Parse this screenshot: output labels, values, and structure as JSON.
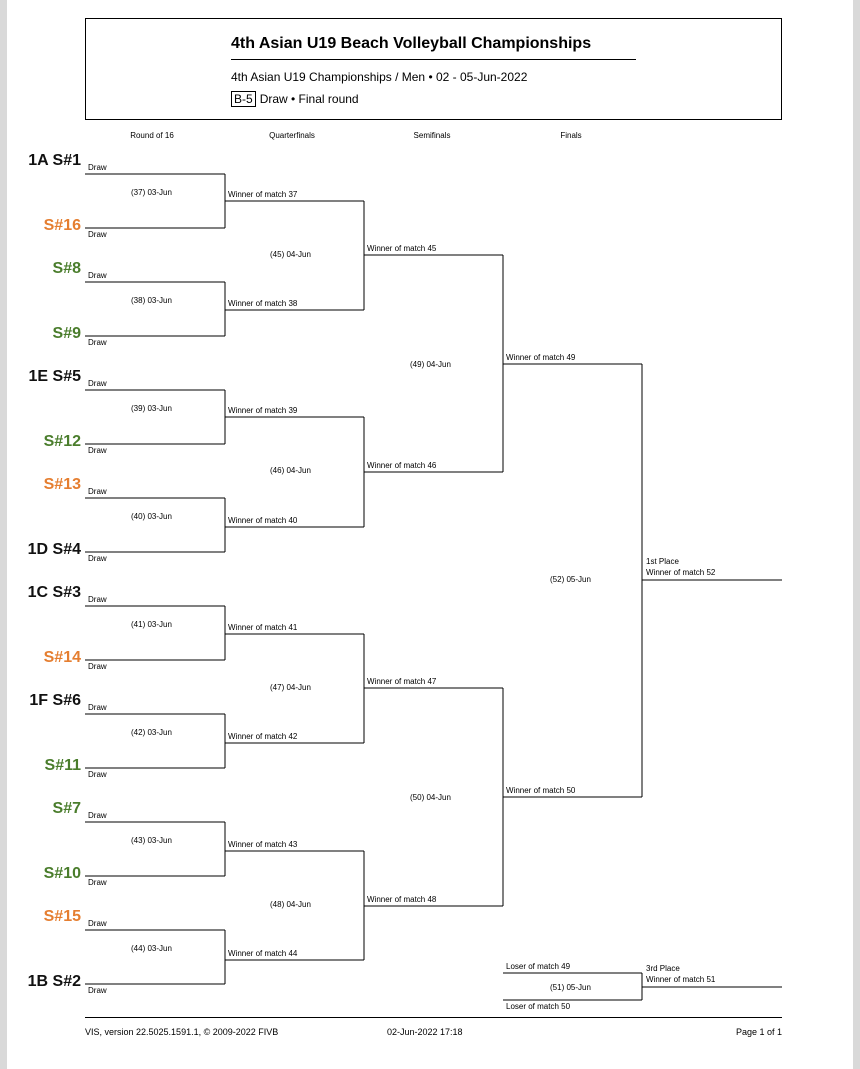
{
  "header": {
    "title": "4th Asian U19 Beach Volleyball Championships",
    "subtitle": "4th Asian U19 Championships / Men • 02 - 05-Jun-2022",
    "code": "B-5",
    "phase": "Draw • Final round"
  },
  "rounds": [
    "Round of 16",
    "Quarterfinals",
    "Semifinals",
    "Finals"
  ],
  "colors": {
    "black": "#111111",
    "green": "#4a7d2c",
    "orange": "#e57e30"
  },
  "seeds": [
    {
      "label": "1A S#1",
      "color": "black"
    },
    {
      "label": "S#16",
      "color": "orange"
    },
    {
      "label": "S#8",
      "color": "green"
    },
    {
      "label": "S#9",
      "color": "green"
    },
    {
      "label": "1E S#5",
      "color": "black"
    },
    {
      "label": "S#12",
      "color": "green"
    },
    {
      "label": "S#13",
      "color": "orange"
    },
    {
      "label": "1D S#4",
      "color": "black"
    },
    {
      "label": "1C S#3",
      "color": "black"
    },
    {
      "label": "S#14",
      "color": "orange"
    },
    {
      "label": "1F S#6",
      "color": "black"
    },
    {
      "label": "S#11",
      "color": "green"
    },
    {
      "label": "S#7",
      "color": "green"
    },
    {
      "label": "S#10",
      "color": "green"
    },
    {
      "label": "S#15",
      "color": "orange"
    },
    {
      "label": "1B S#2",
      "color": "black"
    }
  ],
  "draw_label": "Draw",
  "r16_matches": [
    "(37) 03-Jun",
    "(38) 03-Jun",
    "(39) 03-Jun",
    "(40) 03-Jun",
    "(41) 03-Jun",
    "(42) 03-Jun",
    "(43) 03-Jun",
    "(44) 03-Jun"
  ],
  "qf_entries": [
    "Winner of match 37",
    "Winner of match 38",
    "Winner of match 39",
    "Winner of match 40",
    "Winner of match 41",
    "Winner of match 42",
    "Winner of match 43",
    "Winner of match 44"
  ],
  "qf_matches": [
    "(45) 04-Jun",
    "(46) 04-Jun",
    "(47) 04-Jun",
    "(48) 04-Jun"
  ],
  "sf_entries": [
    "Winner of match 45",
    "Winner of match 46",
    "Winner of match 47",
    "Winner of match 48"
  ],
  "sf_matches": [
    "(49) 04-Jun",
    "(50) 04-Jun"
  ],
  "final_entries": [
    "Winner of match 49",
    "Winner of match 50"
  ],
  "final_match": "(52) 05-Jun",
  "first_place": {
    "label": "1st Place",
    "winner": "Winner of match 52"
  },
  "third_place": {
    "entries": [
      "Loser of match 49",
      "Loser of match 50"
    ],
    "match": "(51) 05-Jun",
    "label": "3rd Place",
    "winner": "Winner of match 51"
  },
  "footer": {
    "version": "VIS, version 22.5025.1591.1, © 2009-2022 FIVB",
    "datetime": "02-Jun-2022   17:18",
    "page": "Page 1 of 1"
  }
}
